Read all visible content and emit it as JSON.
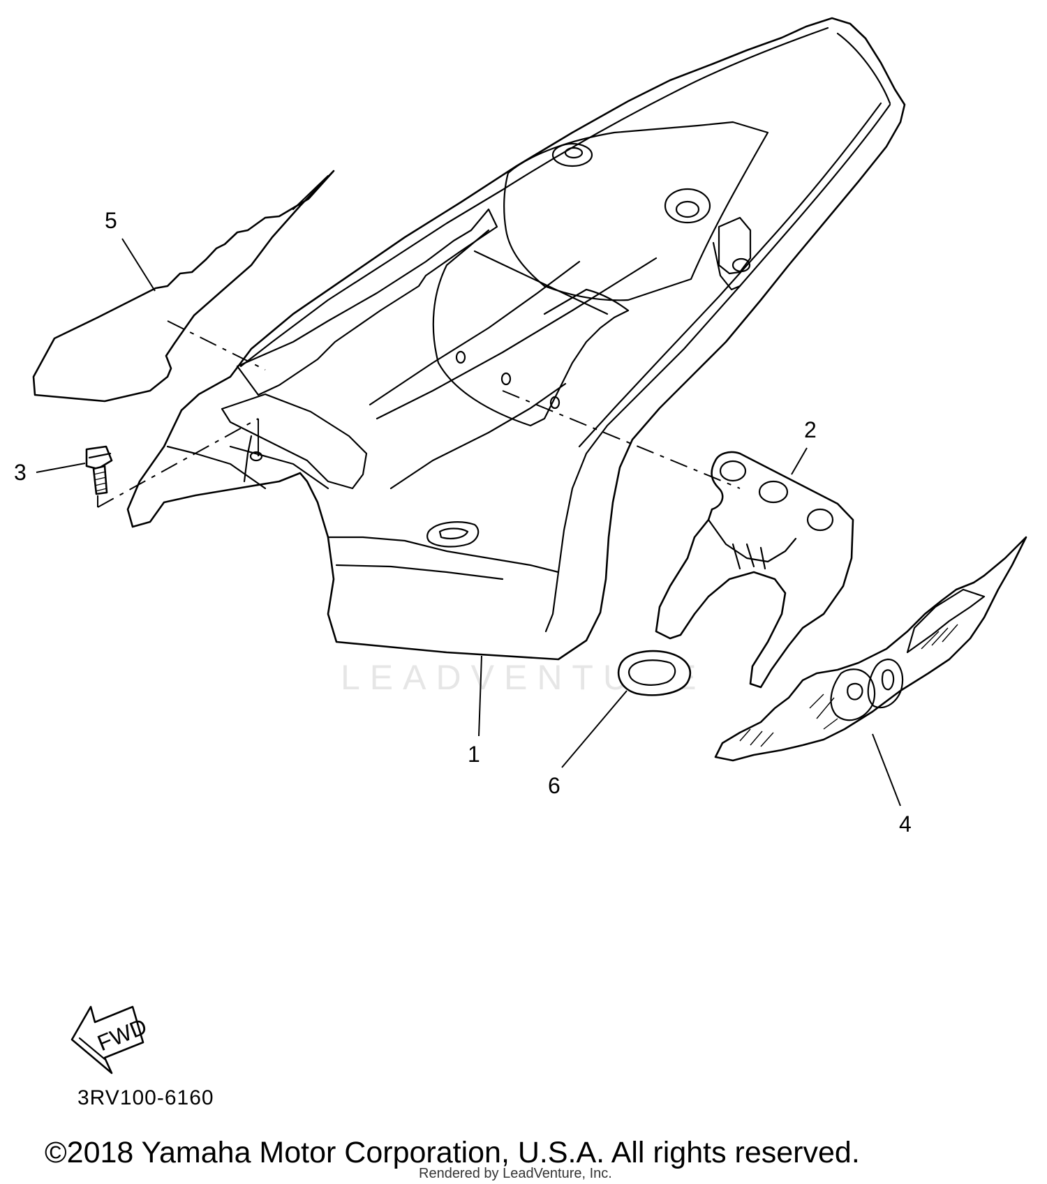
{
  "callouts": [
    {
      "id": "1",
      "label": "1"
    },
    {
      "id": "2",
      "label": "2"
    },
    {
      "id": "3",
      "label": "3"
    },
    {
      "id": "4",
      "label": "4"
    },
    {
      "id": "5",
      "label": "5"
    },
    {
      "id": "6",
      "label": "6"
    }
  ],
  "fwd_arrow": {
    "label": "FWD"
  },
  "diagram_code": "3RV100-6160",
  "copyright": "©2018 Yamaha Motor Corporation, U.S.A. All rights reserved.",
  "rendered_by": "Rendered by LeadVenture, Inc.",
  "watermark": {
    "text": "LEADVENTURE"
  },
  "colors": {
    "line": "#000000",
    "background": "#ffffff",
    "watermark": "#e6e6e6"
  }
}
